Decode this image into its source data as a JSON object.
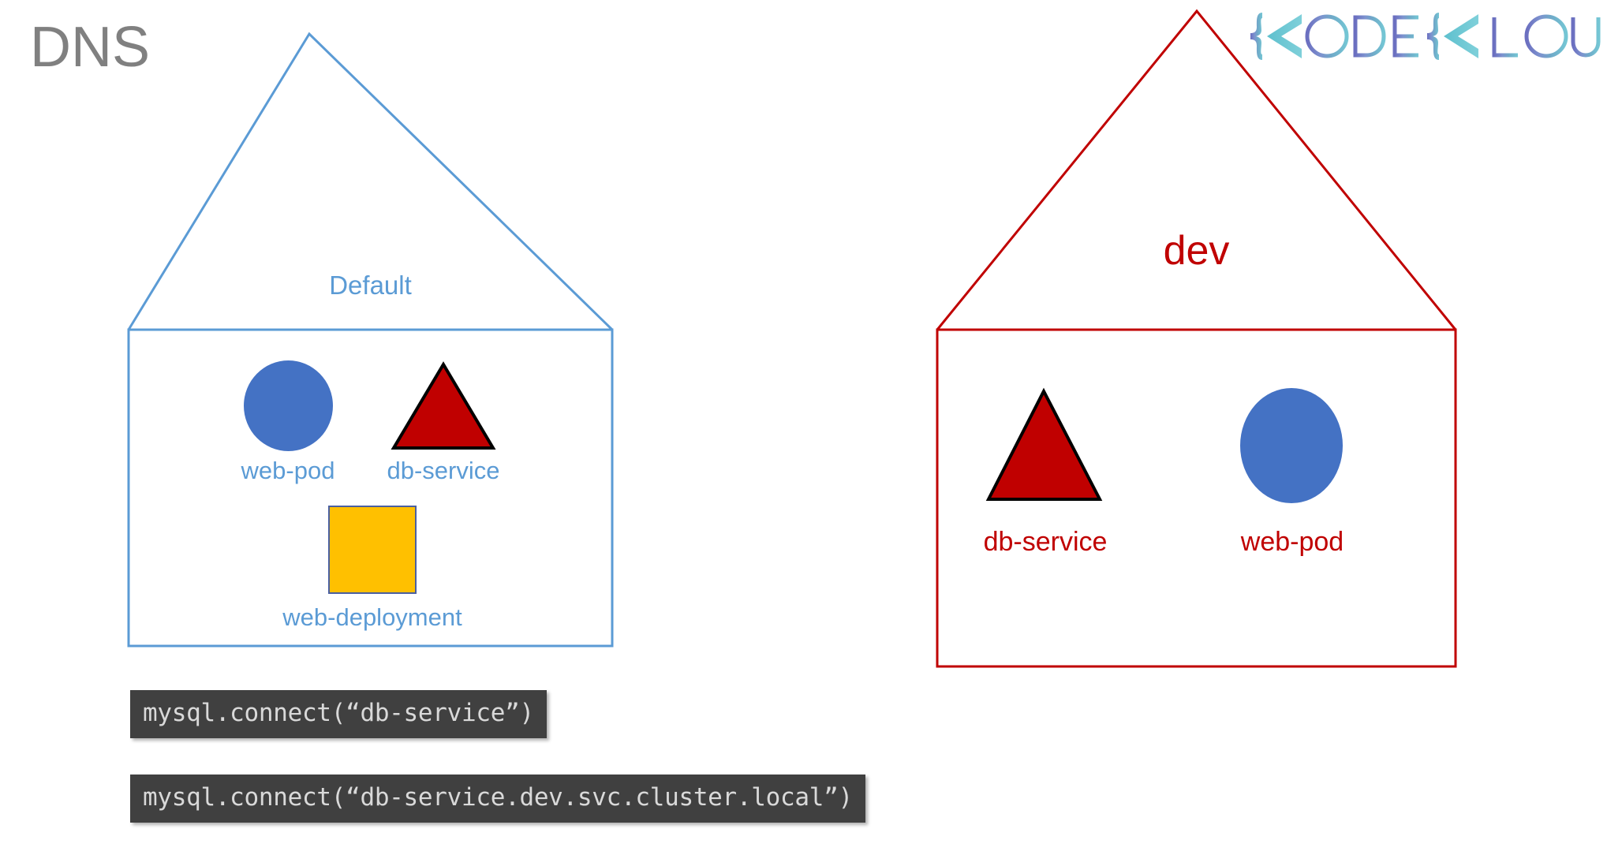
{
  "slide": {
    "title": "DNS",
    "title_color": "#808080",
    "background": "#ffffff"
  },
  "brand": {
    "name": "KODEKLOUD",
    "word_parts": [
      "K",
      "ODE",
      "K",
      "LOUD"
    ],
    "gradient_from": "#6B6FC0",
    "gradient_to": "#6FC6D2"
  },
  "namespaces": [
    {
      "id": "default",
      "title": "Default",
      "accent": "#5B9BD5",
      "objects": [
        {
          "kind": "pod",
          "shape": "circle",
          "label": "web-pod",
          "fill": "#4472C4"
        },
        {
          "kind": "service",
          "shape": "triangle",
          "label": "db-service",
          "fill": "#C00000",
          "stroke": "#000000"
        },
        {
          "kind": "deployment",
          "shape": "square",
          "label": "web-deployment",
          "fill": "#FFC000",
          "stroke": "#4A5FA0"
        }
      ]
    },
    {
      "id": "dev",
      "title": "dev",
      "accent": "#C00000",
      "objects": [
        {
          "kind": "service",
          "shape": "triangle",
          "label": "db-service",
          "fill": "#C00000",
          "stroke": "#000000"
        },
        {
          "kind": "pod",
          "shape": "circle",
          "label": "web-pod",
          "fill": "#4472C4"
        }
      ]
    }
  ],
  "code_snippets": [
    {
      "id": "short-name",
      "text": "mysql.connect(“db-service”)"
    },
    {
      "id": "fqdn",
      "text": "mysql.connect(“db-service.dev.svc.cluster.local”)"
    }
  ],
  "code_style": {
    "background": "#404040",
    "text_color": "#D9D9D9"
  }
}
